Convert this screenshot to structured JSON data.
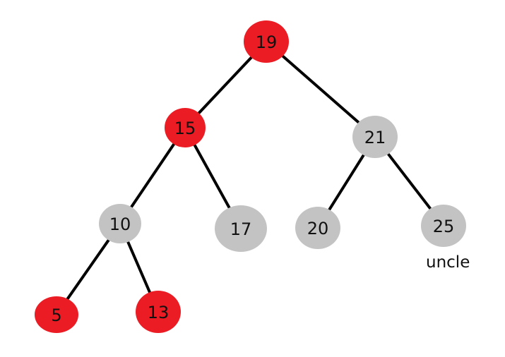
{
  "colors": {
    "red": "#ec1c24",
    "black_node": "#c3c3c3",
    "edge": "#000000",
    "text": "#111111",
    "background": "#ffffff"
  },
  "tree": {
    "nodes": [
      {
        "id": "n19",
        "label": "19",
        "color": "red"
      },
      {
        "id": "n15",
        "label": "15",
        "color": "red"
      },
      {
        "id": "n21",
        "label": "21",
        "color": "black_node"
      },
      {
        "id": "n10",
        "label": "10",
        "color": "black_node"
      },
      {
        "id": "n17",
        "label": "17",
        "color": "black_node"
      },
      {
        "id": "n20",
        "label": "20",
        "color": "black_node"
      },
      {
        "id": "n25",
        "label": "25",
        "color": "black_node"
      },
      {
        "id": "n5",
        "label": "5",
        "color": "red"
      },
      {
        "id": "n13",
        "label": "13",
        "color": "red"
      }
    ],
    "edges": [
      {
        "from": "n19",
        "to": "n15"
      },
      {
        "from": "n19",
        "to": "n21"
      },
      {
        "from": "n15",
        "to": "n10"
      },
      {
        "from": "n15",
        "to": "n17"
      },
      {
        "from": "n21",
        "to": "n20"
      },
      {
        "from": "n21",
        "to": "n25"
      },
      {
        "from": "n10",
        "to": "n5"
      },
      {
        "from": "n10",
        "to": "n13"
      }
    ],
    "annotation": {
      "node": "n25",
      "text": "uncle"
    }
  }
}
